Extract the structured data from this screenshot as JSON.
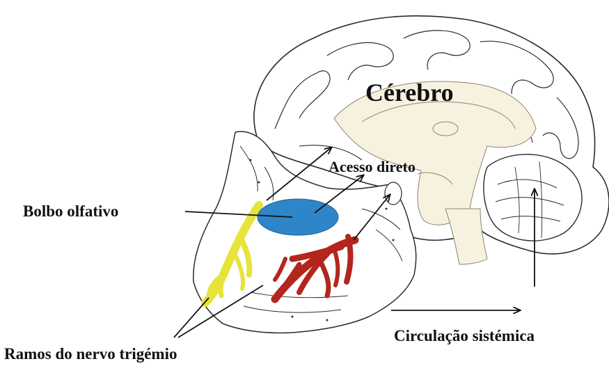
{
  "labels": {
    "brain": "Cérebro",
    "direct_access": "Acesso direto",
    "olfactory_bulb": "Bolbo olfativo",
    "systemic_circulation": "Circulação sistémica",
    "trigeminal_branches": "Ramos do nervo trigémio"
  },
  "colors": {
    "olfactory_bulb": "#2e86c8",
    "trigeminal_red": "#b3261e",
    "olfactory_nerve_yellow": "#e6e43a",
    "brain_fill": "#f7f1df",
    "outline": "#2a2a2a",
    "arrow": "#111111"
  }
}
